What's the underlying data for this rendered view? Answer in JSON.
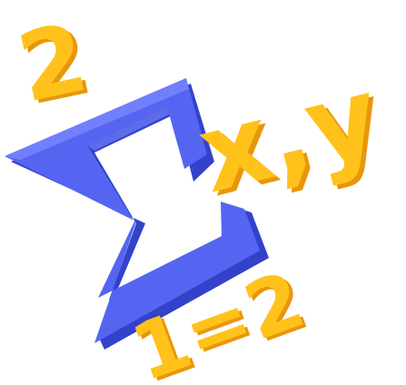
{
  "artwork": {
    "superscript": "2",
    "variables": "x,y",
    "equation": "1=2",
    "sigma_icon": "summation-sigma-icon",
    "colors": {
      "sigma_face": "#5565F2",
      "sigma_side": "#3442C9",
      "sigma_highlight": "#7B88FF",
      "numeral_face": "#FFC21A",
      "numeral_side": "#E8960C",
      "numeral_highlight": "#FFE07A",
      "background": "#FFFFFF"
    }
  }
}
